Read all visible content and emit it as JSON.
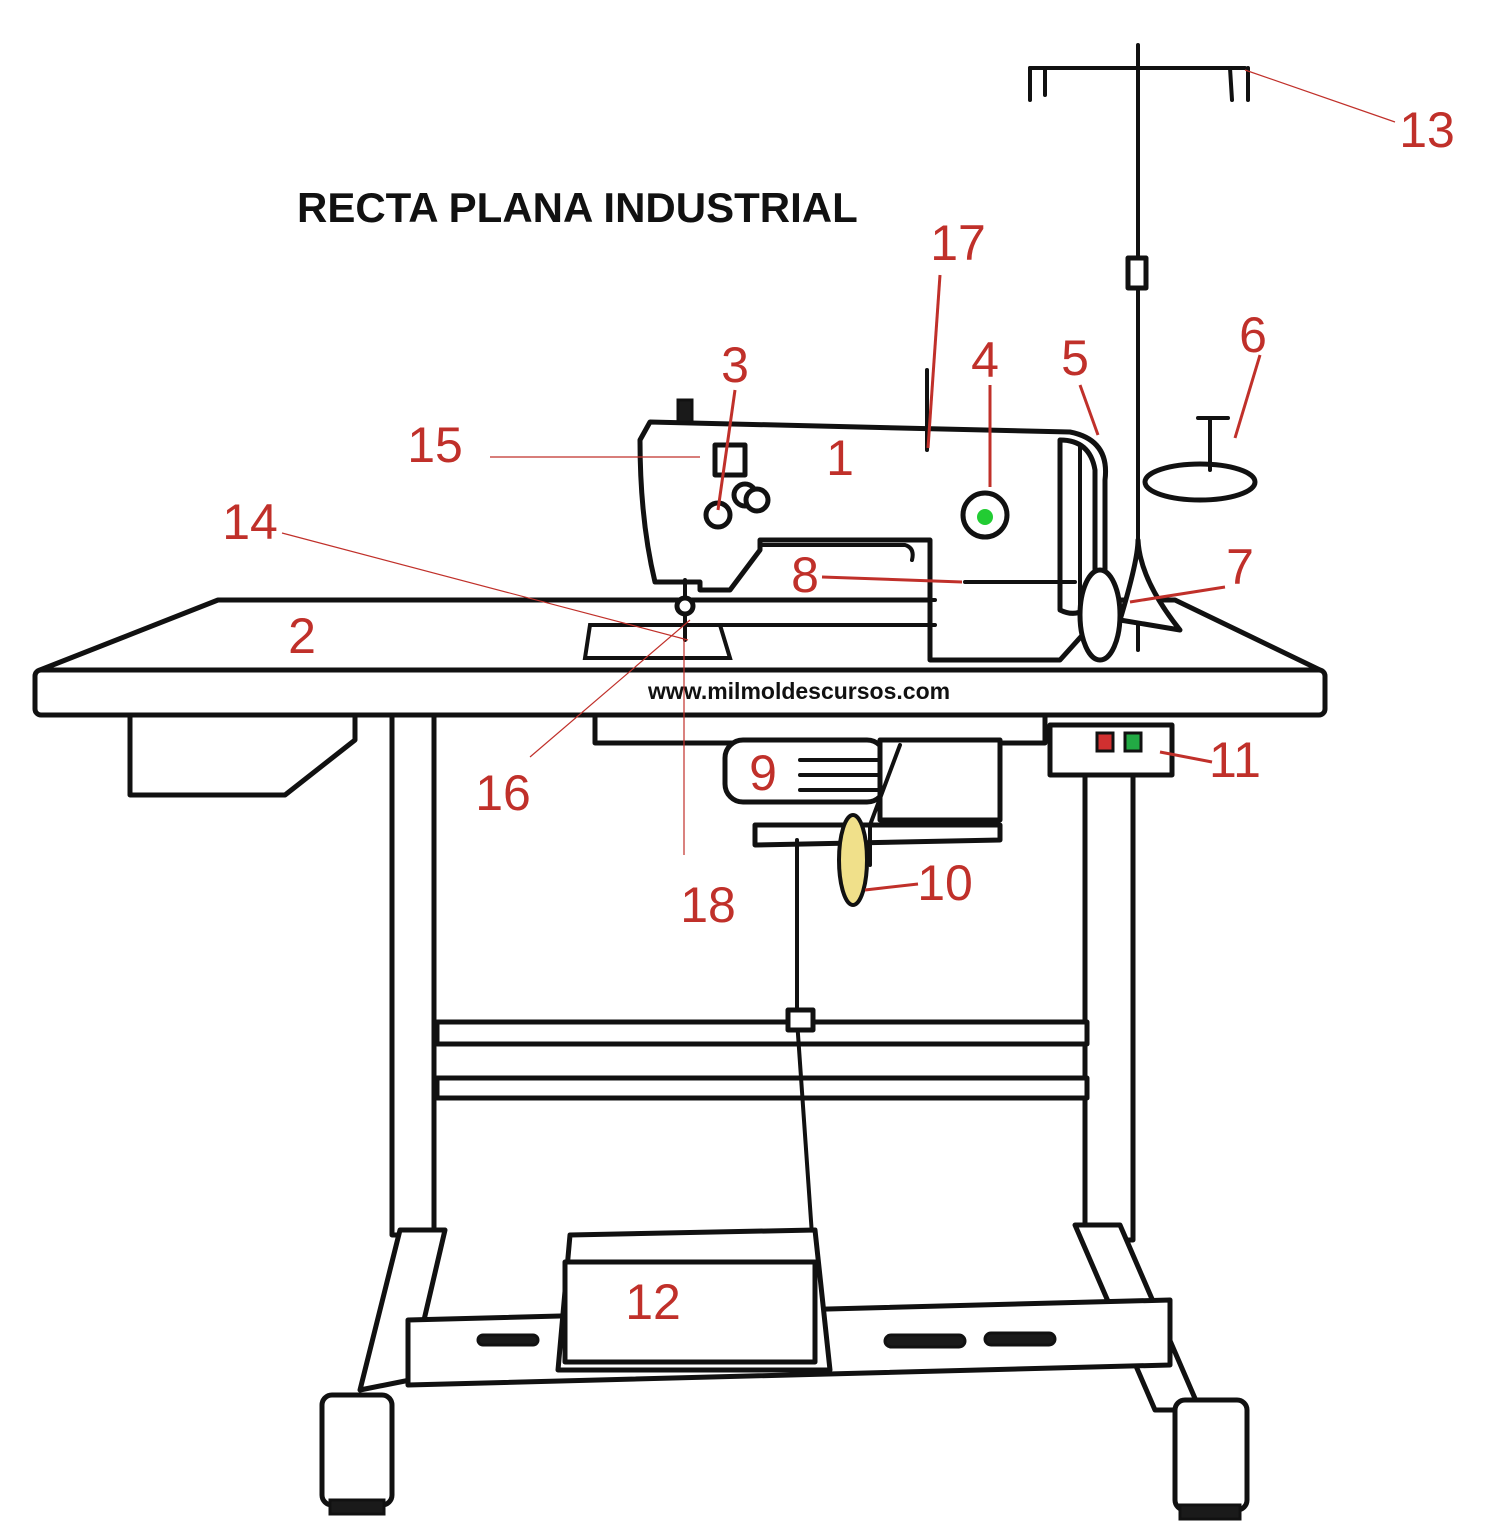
{
  "title": "RECTA PLANA INDUSTRIAL",
  "website": "www.milmoldescursos.com",
  "colors": {
    "label": "#c0302a",
    "ink": "#111111",
    "indicator_green": "#22cc33",
    "switch_red": "#d03030",
    "switch_green": "#22aa44",
    "pedal_yellow": "#f0e08a"
  },
  "labels": {
    "n1": "1",
    "n2": "2",
    "n3": "3",
    "n4": "4",
    "n5": "5",
    "n6": "6",
    "n7": "7",
    "n8": "8",
    "n9": "9",
    "n10": "10",
    "n11": "11",
    "n12": "12",
    "n13": "13",
    "n14": "14",
    "n15": "15",
    "n16": "16",
    "n17": "17",
    "n18": "18"
  }
}
